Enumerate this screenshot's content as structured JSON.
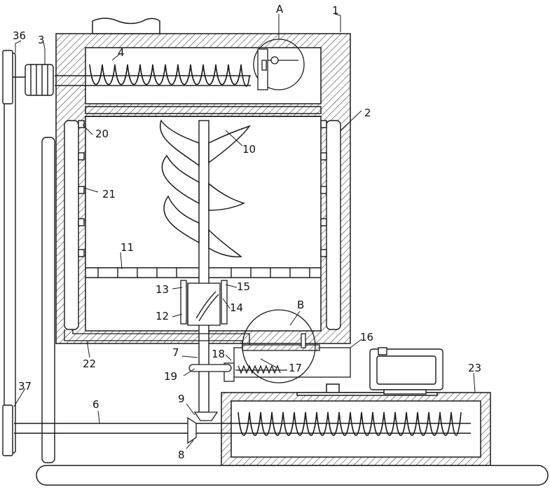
{
  "labels": {
    "l1": "1",
    "l2": "2",
    "l3": "3",
    "l4": "4",
    "l6": "6",
    "l7": "7",
    "l8": "8",
    "l9": "9",
    "l10": "10",
    "l11": "11",
    "l12": "12",
    "l13": "13",
    "l14": "14",
    "l15": "15",
    "l16": "16",
    "l17": "17",
    "l18": "18",
    "l19": "19",
    "l20": "20",
    "l21": "21",
    "l22": "22",
    "l23": "23",
    "l36": "36",
    "l37": "37",
    "lA": "A",
    "lB": "B"
  },
  "colors": {
    "line": "#1a1a1a",
    "background": "#ffffff"
  }
}
